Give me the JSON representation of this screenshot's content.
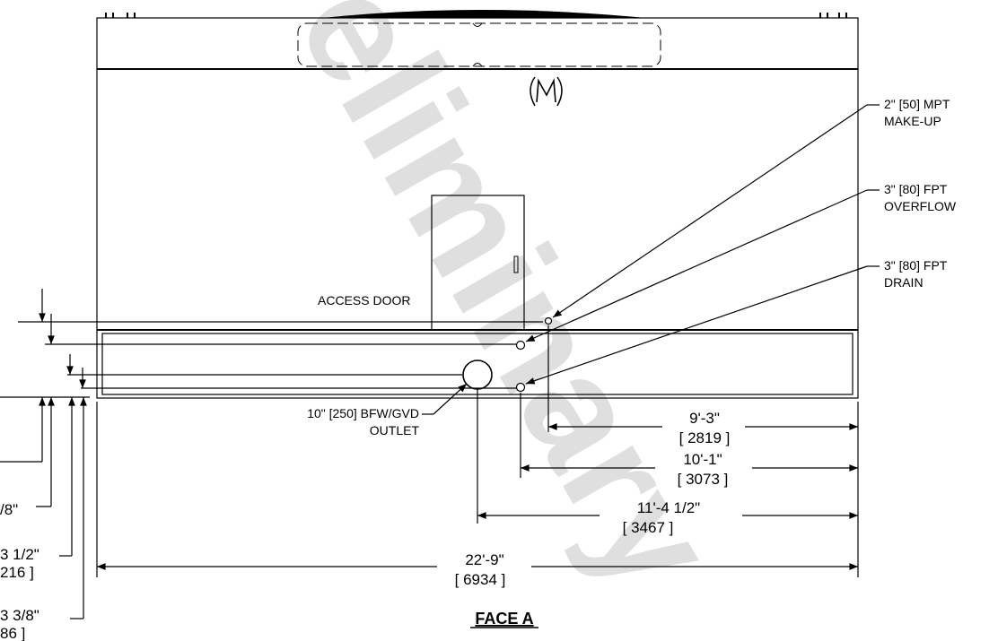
{
  "watermark": "Preliminary",
  "drawing_title": "FACE A",
  "access_door": "ACCESS DOOR",
  "callouts": [
    {
      "line1": "2\" [50] MPT",
      "line2": "MAKE-UP"
    },
    {
      "line1": "3\" [80] FPT",
      "line2": "OVERFLOW"
    },
    {
      "line1": "3\" [80] FPT",
      "line2": "DRAIN"
    }
  ],
  "outlet": {
    "line1": "10\" [250] BFW/GVD",
    "line2": "OUTLET"
  },
  "horizontal_dims": [
    {
      "imperial": "9'-3\"",
      "metric": "[ 2819 ]"
    },
    {
      "imperial": "10'-1\"",
      "metric": "[ 3073 ]"
    },
    {
      "imperial": "11'-4 1/2\"",
      "metric": "[ 3467 ]"
    },
    {
      "imperial": "22'-9\"",
      "metric": "[ 6934 ]"
    }
  ],
  "vertical_dims": [
    {
      "imperial": "/8\"",
      "metric": ""
    },
    {
      "imperial": "3 1/2\"",
      "metric": "216 ]"
    },
    {
      "imperial": "3 3/8\"",
      "metric": "86 ]"
    }
  ]
}
